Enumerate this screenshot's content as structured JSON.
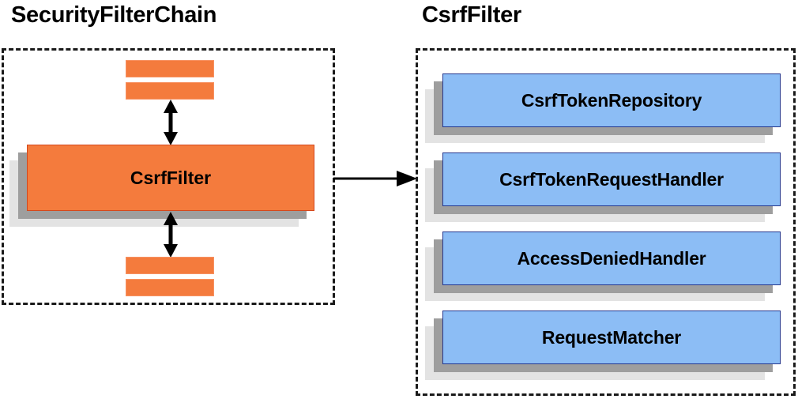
{
  "diagram": {
    "type": "component-relationship",
    "background_color": "#ffffff",
    "panels": [
      {
        "id": "security-filter-chain",
        "title": "SecurityFilterChain",
        "border_style": "dashed",
        "border_color": "#1a1a1a",
        "items": [
          {
            "label": "CsrfFilter",
            "shape": "box",
            "fill": "#f47b3d",
            "stroke": "#d4481d"
          }
        ],
        "stubs": 4
      },
      {
        "id": "csrf-filter",
        "title": "CsrfFilter",
        "border_style": "dashed",
        "border_color": "#1a1a1a",
        "items": [
          {
            "label": "CsrfTokenRepository",
            "shape": "box",
            "fill": "#8cbdf5",
            "stroke": "#24368c"
          },
          {
            "label": "CsrfTokenRequestHandler",
            "shape": "box",
            "fill": "#8cbdf5",
            "stroke": "#24368c"
          },
          {
            "label": "AccessDeniedHandler",
            "shape": "box",
            "fill": "#8cbdf5",
            "stroke": "#24368c"
          },
          {
            "label": "RequestMatcher",
            "shape": "box",
            "fill": "#8cbdf5",
            "stroke": "#24368c"
          }
        ]
      }
    ],
    "connectors": [
      {
        "id": "chain-above",
        "kind": "double-arrow-vertical",
        "color": "#000000"
      },
      {
        "id": "chain-below",
        "kind": "double-arrow-vertical",
        "color": "#000000"
      },
      {
        "id": "expand-detail",
        "kind": "single-arrow-right",
        "color": "#000000"
      }
    ],
    "colors": {
      "orange_fill": "#f47b3d",
      "orange_stroke": "#d4481d",
      "blue_fill": "#8cbdf5",
      "blue_stroke": "#24368c",
      "shadow_near": "#9e9e9e",
      "shadow_far": "#e3e3e3",
      "text": "#000000"
    }
  }
}
